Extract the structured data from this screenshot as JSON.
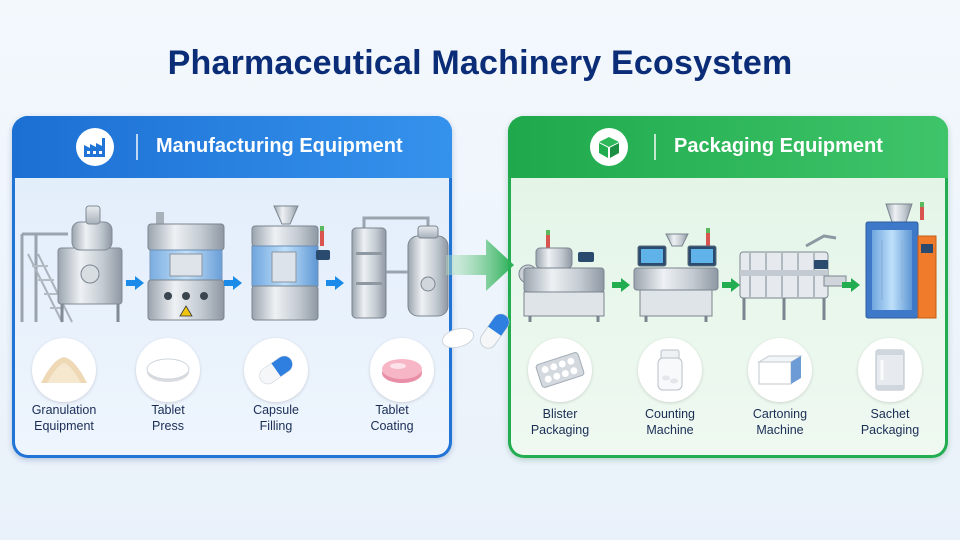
{
  "title": "Pharmaceutical Machinery Ecosystem",
  "colors": {
    "title": "#0b2d78",
    "manufacturing": "#1f74d6",
    "packaging": "#22ad50"
  },
  "manufacturing": {
    "title": "Manufacturing Equipment",
    "icon": "factory-icon",
    "steps": [
      {
        "line1": "Granulation",
        "line2": "Equipment",
        "icon": "powder-icon"
      },
      {
        "line1": "Tablet",
        "line2": "Press",
        "icon": "tablet-icon"
      },
      {
        "line1": "Capsule",
        "line2": "Filling",
        "icon": "capsule-icon"
      },
      {
        "line1": "Tablet",
        "line2": "Coating",
        "icon": "coated-tablet-icon"
      }
    ]
  },
  "packaging": {
    "title": "Packaging Equipment",
    "icon": "box-icon",
    "steps": [
      {
        "line1": "Blister",
        "line2": "Packaging",
        "icon": "blister-pack-icon"
      },
      {
        "line1": "Counting",
        "line2": "Machine",
        "icon": "pill-bottle-icon"
      },
      {
        "line1": "Cartoning",
        "line2": "Machine",
        "icon": "carton-icon"
      },
      {
        "line1": "Sachet",
        "line2": "Packaging",
        "icon": "sachet-icon"
      }
    ]
  }
}
